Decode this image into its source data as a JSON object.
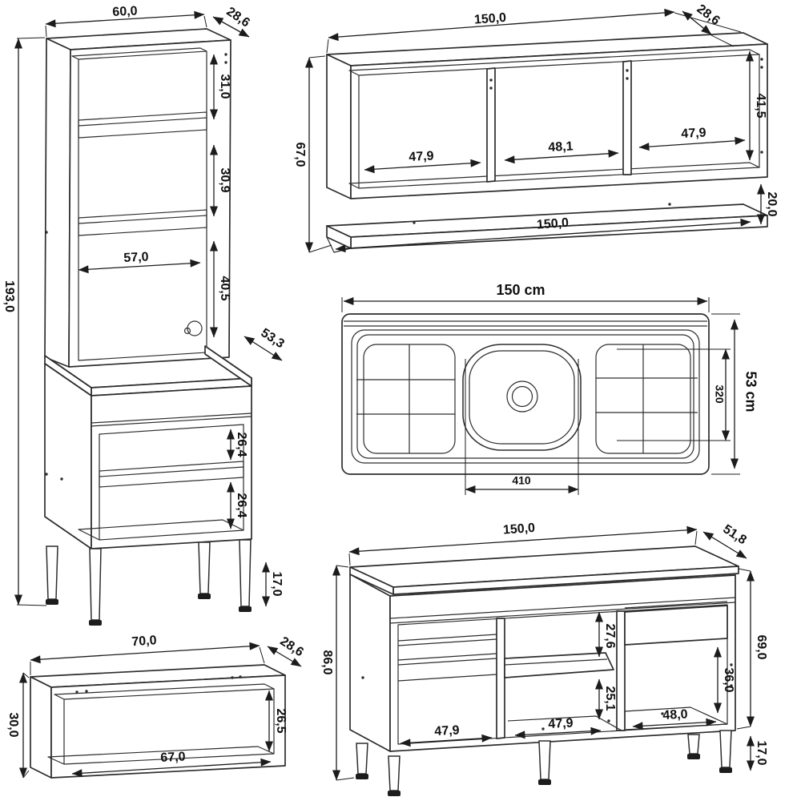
{
  "tall_cabinet": {
    "width": "60,0",
    "depth": "28,6",
    "height": "193,0",
    "top_section": "31,0",
    "middle_section": "30,9",
    "inner_width": "57,0",
    "bottom_section": "40,5",
    "counter_depth": "53,3",
    "shelf_gap_upper": "26,4",
    "shelf_gap_lower": "26,4",
    "leg_height": "17,0"
  },
  "wall_cabinet": {
    "width": "150,0",
    "depth": "28,6",
    "height": "67,0",
    "inner_height": "41,5",
    "section_left": "47,9",
    "section_middle": "48,1",
    "section_right": "47,9",
    "shelf_gap": "20,0",
    "shelf_length": "150,0"
  },
  "sink": {
    "width": "150 cm",
    "depth": "53 cm",
    "bowl_length": "410",
    "bowl_width": "320"
  },
  "low_cabinet": {
    "width": "70,0",
    "depth": "28,6",
    "height": "30,0",
    "inner_height": "26,5",
    "inner_width": "67,0"
  },
  "base_cabinet": {
    "width": "150,0",
    "depth": "51,8",
    "height": "86,0",
    "body_height": "69,0",
    "mid_top_gap": "27,6",
    "mid_bottom_gap": "25,1",
    "drawer_open_gap": "36,0",
    "section_left": "47,9",
    "section_middle": "47,9",
    "section_right": "48,0",
    "leg_height": "17,0"
  }
}
